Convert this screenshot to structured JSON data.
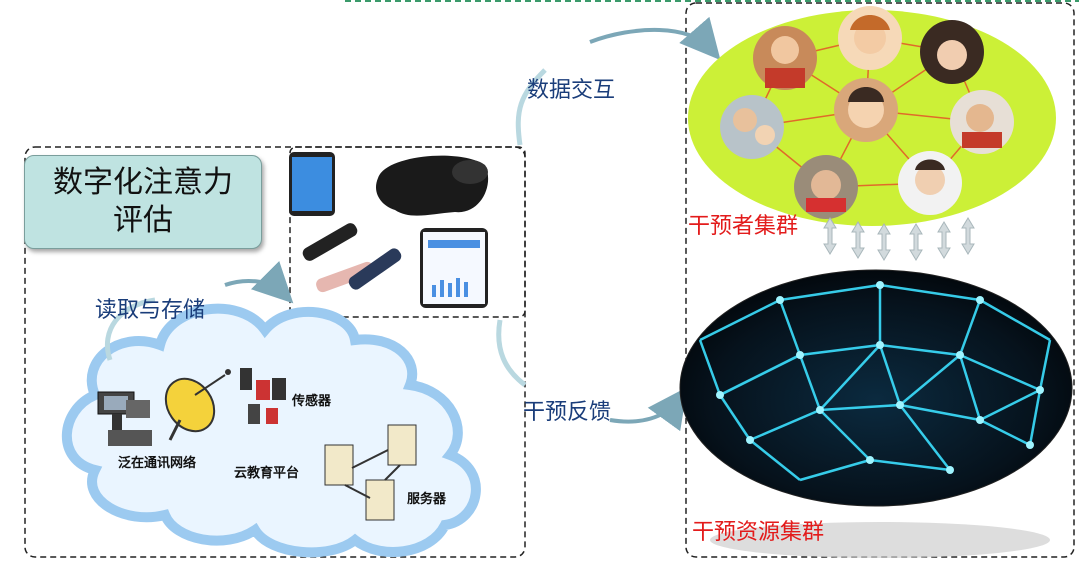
{
  "title": {
    "line1": "数字化注意力",
    "line2": "评估"
  },
  "arrows": {
    "read_store": "读取与存储",
    "data_exchange": "数据交互",
    "feedback": "干预反馈"
  },
  "cloud_nodes": {
    "network": "泛在通讯网络",
    "sensor": "传感器",
    "platform": "云教育平台",
    "server": "服务器"
  },
  "clusters": {
    "intervener": "干预者集群",
    "resource": "干预资源集群"
  },
  "colors": {
    "title_bg": "#bfe3e1",
    "label_blue": "#1a3d7a",
    "cluster_red": "#e31b1b",
    "intervener_ellipse": "#ccf037",
    "cloud_stroke": "#7fb8e8",
    "network_glow": "#3ce0ff"
  }
}
